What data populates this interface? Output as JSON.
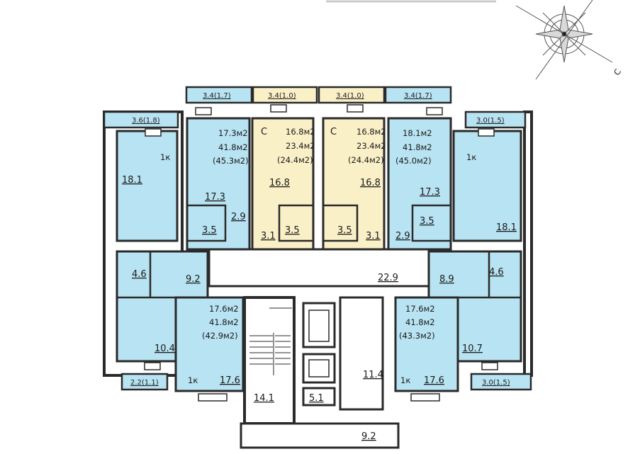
{
  "colors": {
    "apartment": "#b8e3f2",
    "studio": "#faf0c8",
    "wall": "#2a2a2a",
    "common": "#ffffff"
  },
  "compass_letter": "С",
  "balconies": {
    "top_left_outer": "3.4(1.7)",
    "top_mid_left": "3.4(1.0)",
    "top_mid_right": "3.4(1.0)",
    "top_right_outer": "3.4(1.7)",
    "left_corner": "3.6(1.8)",
    "right_corner": "3.0(1.5)",
    "bottom_left": "2.2(1.1)",
    "bottom_right": "3.0(1.5)"
  },
  "apt_top_left": {
    "living": "17.3м2",
    "total": "41.8м2",
    "with_balcony": "(45.3м2)",
    "room_type": "1к",
    "room": "18.1",
    "kitchen": "17.3",
    "bath": "3.5",
    "hall": "2.9"
  },
  "studio_left": {
    "type": "С",
    "living": "16.8м2",
    "total": "23.4м2",
    "with_balcony": "(24.4м2)",
    "room": "16.8",
    "bath": "3.5",
    "hall": "3.1"
  },
  "studio_right": {
    "type": "С",
    "living": "16.8м2",
    "total": "23.4м2",
    "with_balcony": "(24.4м2)",
    "room": "16.8",
    "bath": "3.5",
    "hall": "3.1"
  },
  "apt_top_right": {
    "living": "18.1м2",
    "total": "41.8м2",
    "with_balcony": "(45.0м2)",
    "room_type": "1к",
    "room": "18.1",
    "kitchen": "17.3",
    "bath": "3.5",
    "hall": "2.9"
  },
  "apt_bottom_left": {
    "living": "17.6м2",
    "total": "41.8м2",
    "with_balcony": "(42.9м2)",
    "room_type": "1к",
    "room": "17.6",
    "kitchen": "10.4",
    "bath": "4.6",
    "hall": "9.2"
  },
  "apt_bottom_right": {
    "living": "17.6м2",
    "total": "41.8м2",
    "with_balcony": "(43.3м2)",
    "room_type": "1к",
    "room": "17.6",
    "kitchen": "10.7",
    "bath": "4.6",
    "hall": "8.9"
  },
  "common": {
    "corridor": "22.9",
    "stair": "14.1",
    "lift_hall": "11.4",
    "tech_room": "5.1",
    "entrance": "9.2"
  }
}
